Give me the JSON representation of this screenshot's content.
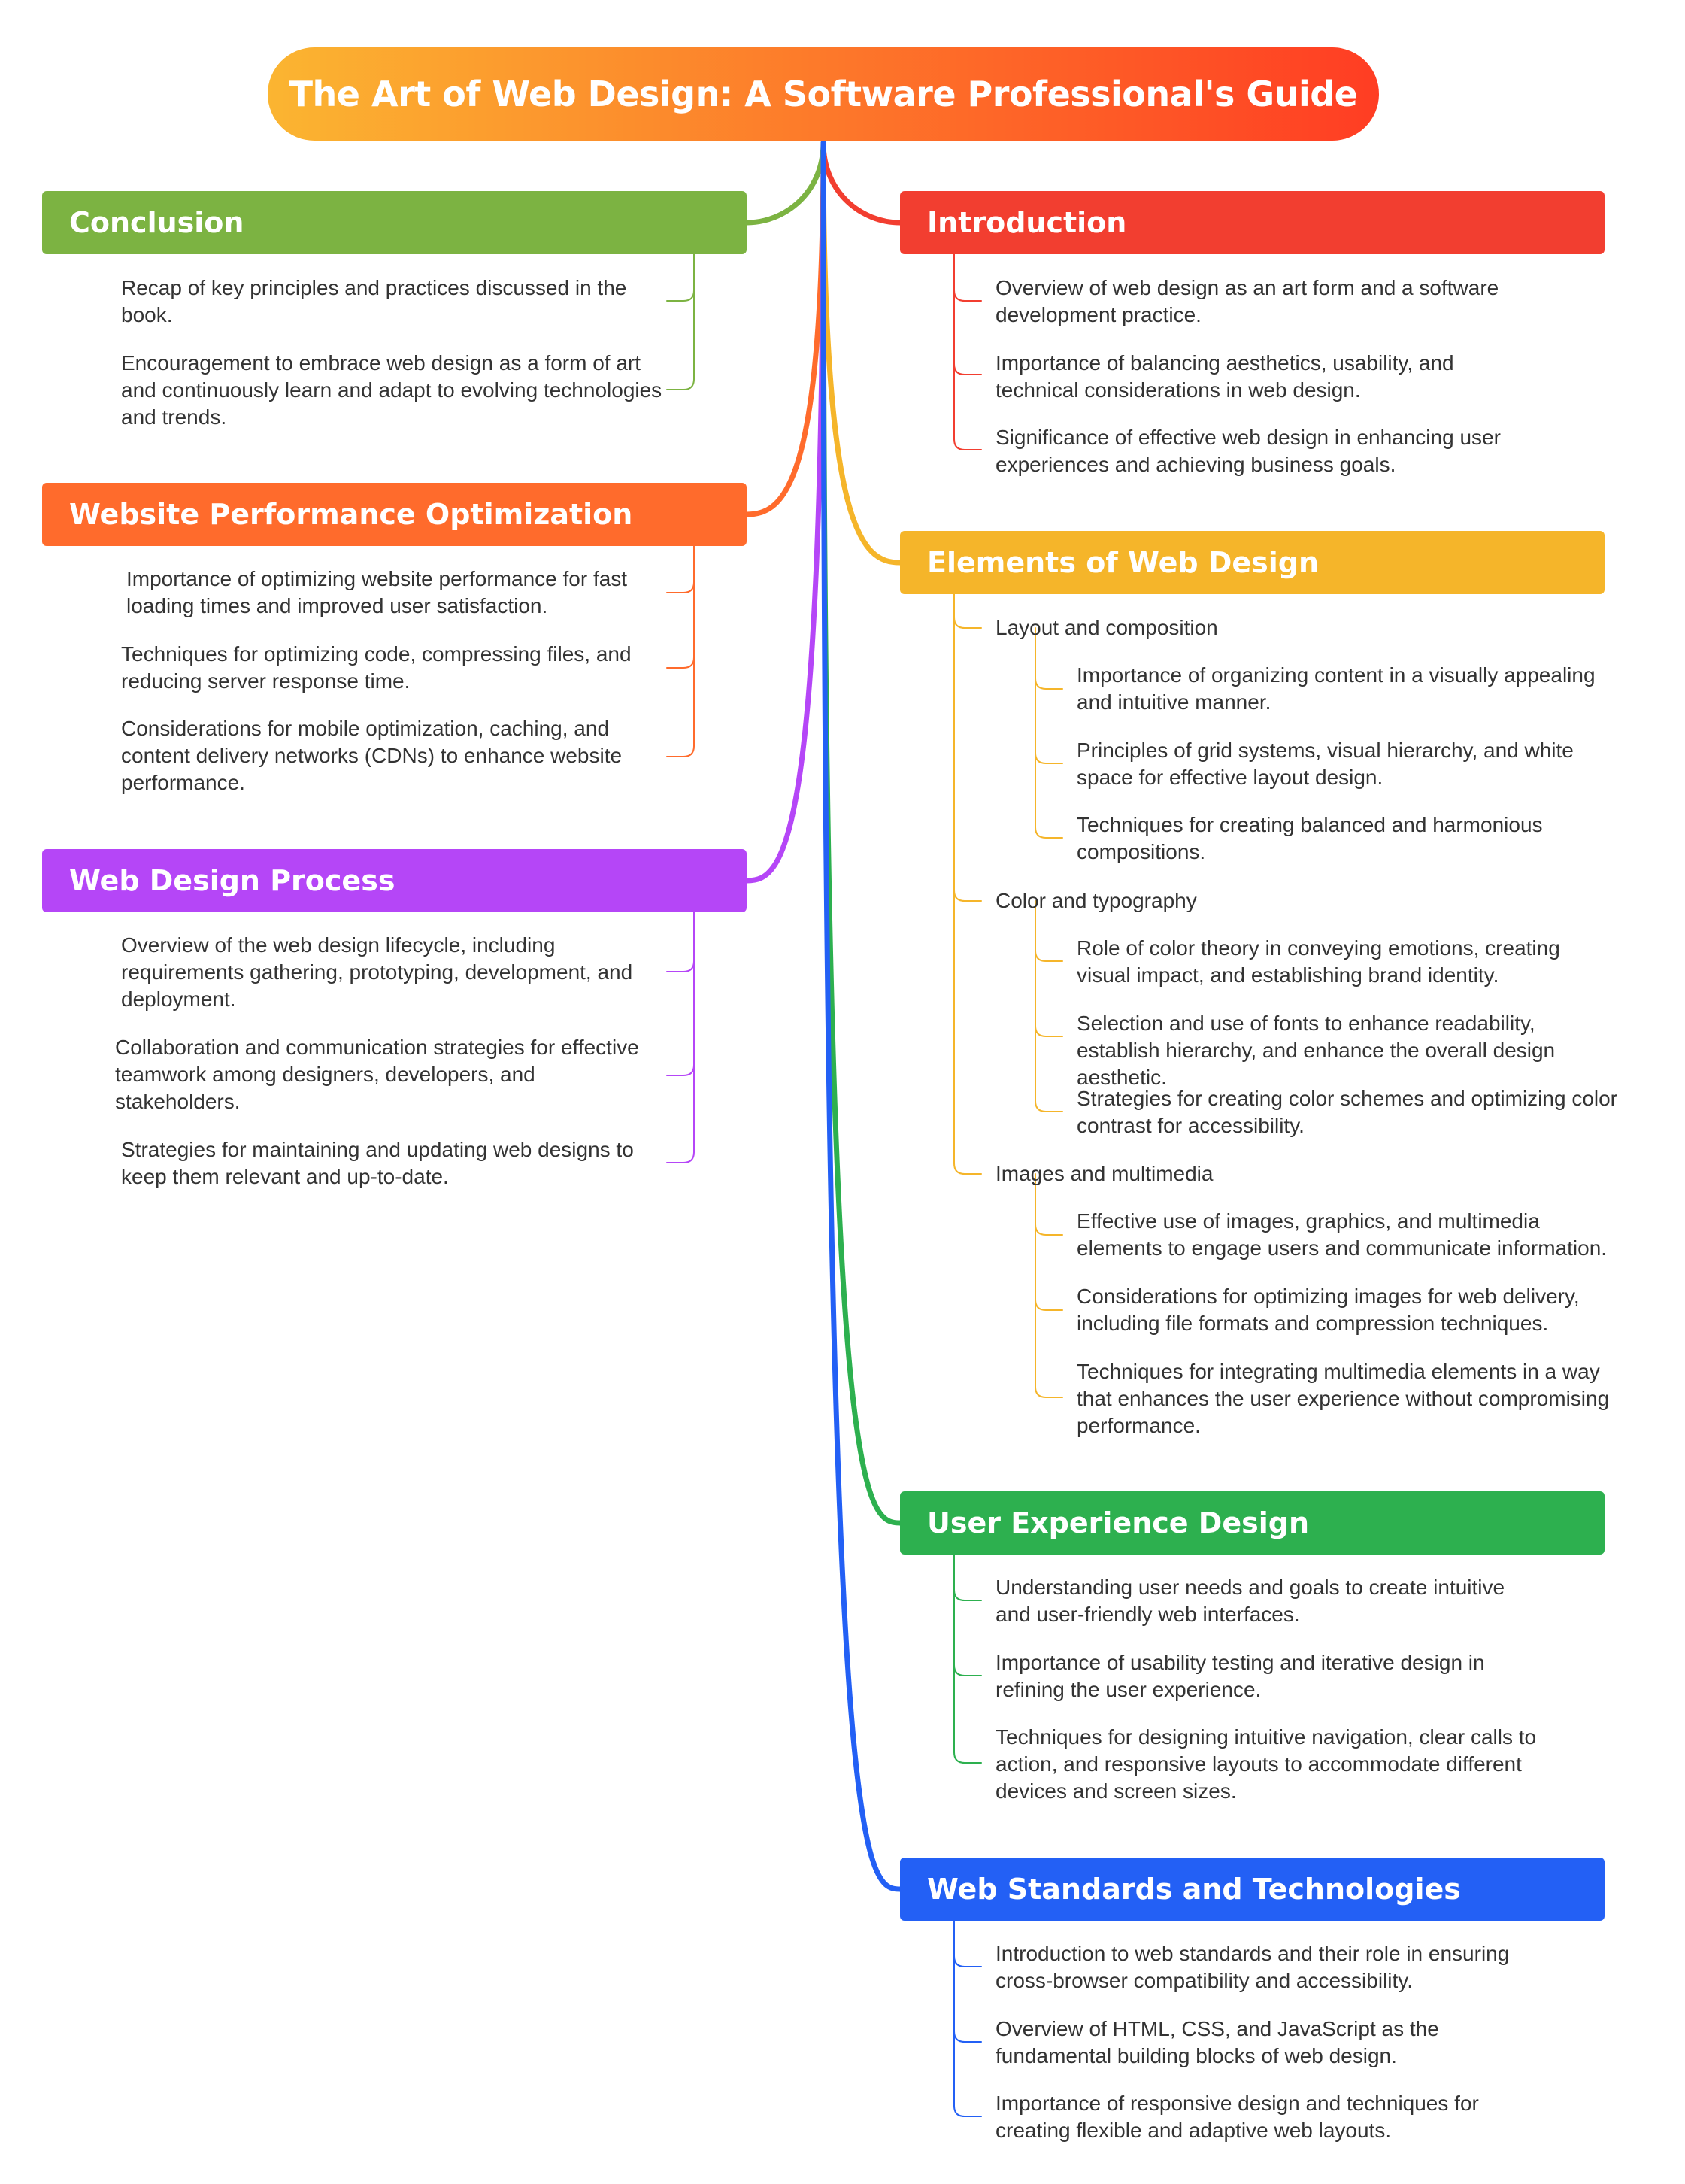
{
  "title": "The Art of Web Design: A Software Professional's Guide",
  "root_gradient": [
    "#FBB531",
    "#FF3D23"
  ],
  "branches": {
    "conclusion": {
      "label": "Conclusion",
      "color": "#7CB342",
      "items": [
        "Recap of key principles and practices discussed in the book.",
        "Encouragement to embrace web design as a form of art and continuously learn and adapt to evolving technologies and trends."
      ]
    },
    "performance": {
      "label": "Website Performance Optimization",
      "color": "#FF6B2C",
      "items": [
        "Importance of optimizing website performance for fast loading times and improved user satisfaction.",
        "Techniques for optimizing code, compressing files, and reducing server response time.",
        "Considerations for mobile optimization, caching, and content delivery networks (CDNs) to enhance website performance."
      ]
    },
    "process": {
      "label": "Web Design Process",
      "color": "#B546F7",
      "items": [
        "Overview of the web design lifecycle, including requirements gathering, prototyping, development, and deployment.",
        "Collaboration and communication strategies for effective teamwork among designers, developers, and stakeholders.",
        "Strategies for maintaining and updating web designs to keep them relevant and up-to-date."
      ]
    },
    "introduction": {
      "label": "Introduction",
      "color": "#F23E30",
      "items": [
        "Overview of web design as an art form and a software development practice.",
        "Importance of balancing aesthetics, usability, and technical considerations in web design.",
        "Significance of effective web design in enhancing user experiences and achieving business goals."
      ]
    },
    "elements": {
      "label": "Elements of Web Design",
      "color": "#F5B52A",
      "groups": [
        {
          "label": "Layout and composition",
          "items": [
            "Importance of organizing content in a visually appealing and intuitive manner.",
            "Principles of grid systems, visual hierarchy, and white space for effective layout design.",
            "Techniques for creating balanced and harmonious compositions."
          ]
        },
        {
          "label": "Color and typography",
          "items": [
            "Role of color theory in conveying emotions, creating visual impact, and establishing brand identity.",
            "Selection and use of fonts to enhance readability, establish hierarchy, and enhance the overall design aesthetic.",
            "Strategies for creating color schemes and optimizing color contrast for accessibility."
          ]
        },
        {
          "label": "Images and multimedia",
          "items": [
            "Effective use of images, graphics, and multimedia elements to engage users and communicate information.",
            "Considerations for optimizing images for web delivery, including file formats and compression techniques.",
            "Techniques for integrating multimedia elements in a way that enhances the user experience without compromising performance."
          ]
        }
      ]
    },
    "ux": {
      "label": "User Experience Design",
      "color": "#2DB04F",
      "items": [
        "Understanding user needs and goals to create intuitive and user-friendly web interfaces.",
        "Importance of usability testing and iterative design in refining the user experience.",
        "Techniques for designing intuitive navigation, clear calls to action, and responsive layouts to accommodate different devices and screen sizes."
      ]
    },
    "standards": {
      "label": "Web Standards and Technologies",
      "color": "#2360F5",
      "items": [
        "Introduction to web standards and their role in ensuring cross-browser compatibility and accessibility.",
        "Overview of HTML, CSS, and JavaScript as the fundamental building blocks of web design.",
        "Importance of responsive design and techniques for creating flexible and adaptive web layouts."
      ]
    }
  }
}
